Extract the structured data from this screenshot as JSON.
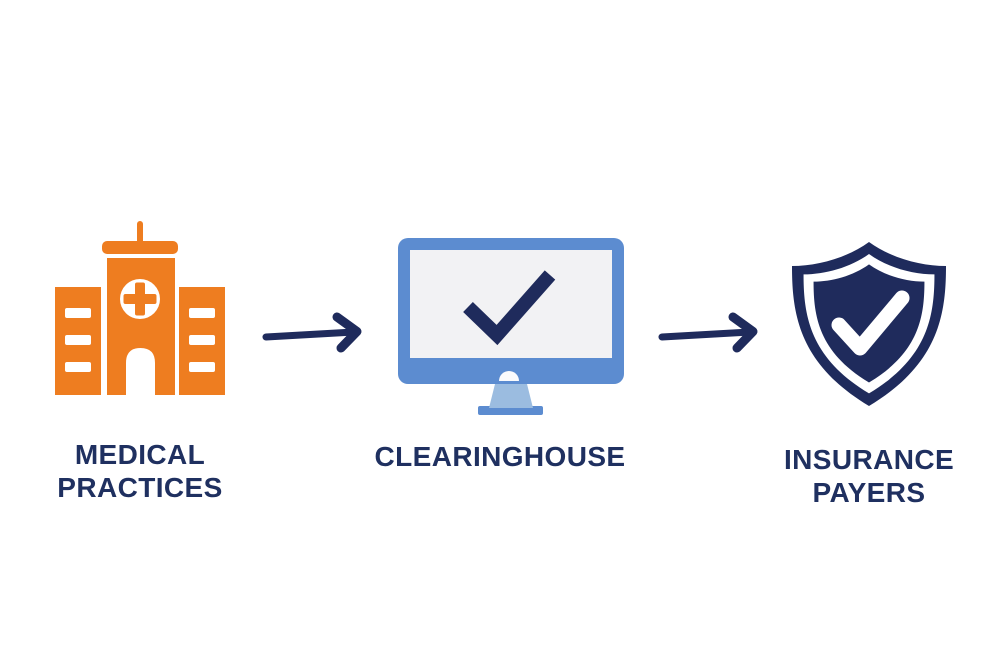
{
  "diagram": {
    "nodes": [
      {
        "id": "medical-practices",
        "icon": "hospital-icon",
        "lines": [
          "MEDICAL",
          "PRACTICES"
        ]
      },
      {
        "id": "clearinghouse",
        "icon": "monitor-checkmark-icon",
        "lines": [
          "CLEARINGHOUSE"
        ]
      },
      {
        "id": "insurance-payers",
        "icon": "shield-checkmark-icon",
        "lines": [
          "INSURANCE",
          "PAYERS"
        ]
      }
    ],
    "connectors": [
      {
        "from": "medical-practices",
        "to": "clearinghouse",
        "style": "arrow-right"
      },
      {
        "from": "clearinghouse",
        "to": "insurance-payers",
        "style": "arrow-right"
      }
    ],
    "colors": {
      "orange": "#EE7D20",
      "navy": "#1F2B5C",
      "text": "#1F3060",
      "monitor_frame": "#5C8CD0",
      "monitor_screen": "#F2F2F4",
      "stand": "#9BBCE0",
      "background": "#FFFFFF"
    }
  }
}
